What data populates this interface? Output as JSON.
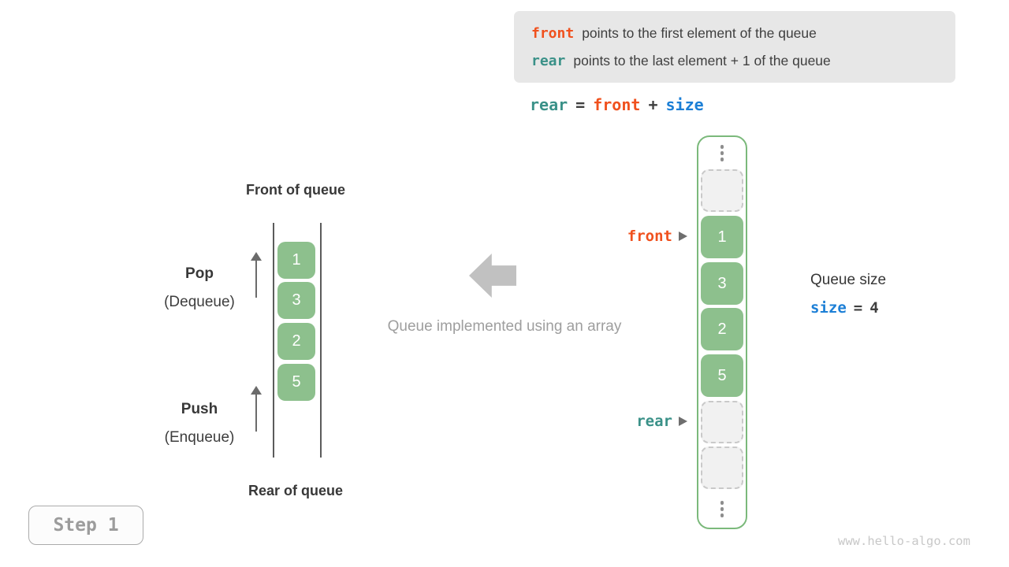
{
  "colors": {
    "orange": "#f0511e",
    "teal": "#3a9188",
    "blue": "#1c7fd6",
    "green_cell": "#8dc08d",
    "green_border": "#7bb97b"
  },
  "info_box": {
    "line1": {
      "keyword": "front",
      "text": "points to the first element of the queue"
    },
    "line2": {
      "keyword": "rear",
      "text": "points to the last element + 1 of the queue"
    }
  },
  "formula": {
    "rear": "rear",
    "eq": "=",
    "front": "front",
    "plus": "+",
    "size": "size"
  },
  "left_diagram": {
    "front_label": "Front of queue",
    "rear_label": "Rear of queue",
    "pop": {
      "title": "Pop",
      "subtitle": "(Dequeue)"
    },
    "push": {
      "title": "Push",
      "subtitle": "(Enqueue)"
    },
    "values": [
      "1",
      "3",
      "2",
      "5"
    ]
  },
  "center": {
    "caption": "Queue implemented using an array"
  },
  "queue_array": {
    "values": [
      "1",
      "3",
      "2",
      "5"
    ],
    "front_pointer": "front",
    "rear_pointer": "rear"
  },
  "queue_size": {
    "label": "Queue size",
    "var": "size",
    "eq": "=",
    "value": "4"
  },
  "step_badge": "Step 1",
  "watermark": "www.hello-algo.com"
}
